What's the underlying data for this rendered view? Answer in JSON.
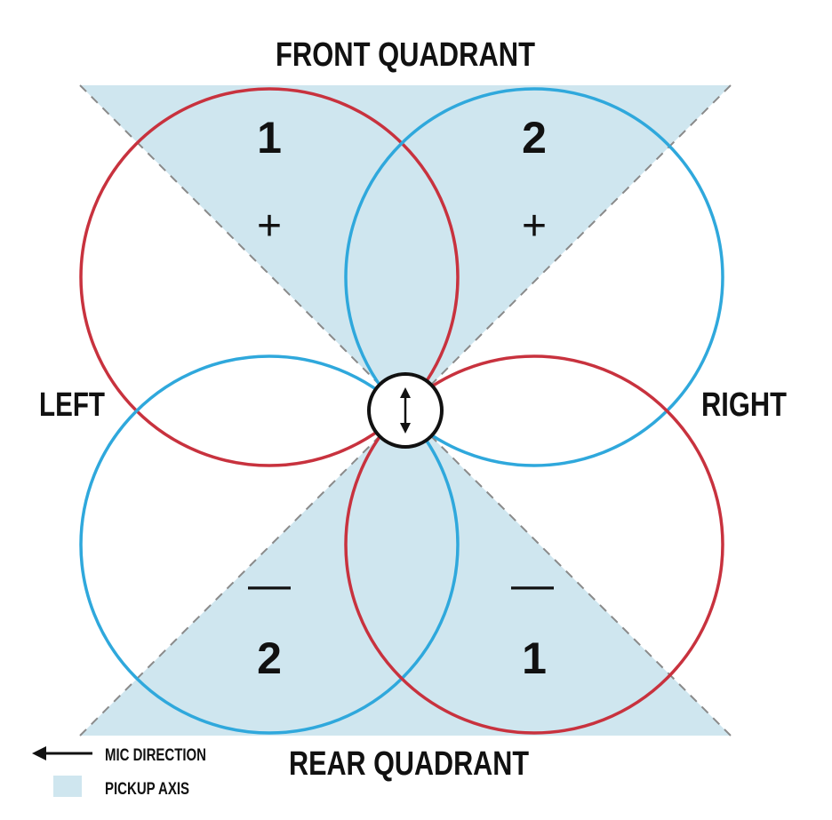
{
  "labels": {
    "front": "FRONT QUADRANT",
    "rear": "REAR QUADRANT",
    "left": "LEFT",
    "right": "RIGHT"
  },
  "lobes": {
    "front_left": {
      "number": "1",
      "sign": "+"
    },
    "front_right": {
      "number": "2",
      "sign": "+"
    },
    "rear_left": {
      "number": "2",
      "sign": "—"
    },
    "rear_right": {
      "number": "1",
      "sign": "—"
    }
  },
  "legend": {
    "mic_direction": "MIC DIRECTION",
    "pickup_axis": "PICKUP AXIS"
  },
  "colors": {
    "pickup_fill": "#cfe6ef",
    "red_lobe": "#c8323e",
    "blue_lobe": "#2fa8dc",
    "dashed_axis": "#8a8a8a",
    "text": "#111111"
  },
  "icons": {
    "center": "double-arrow-vertical-icon",
    "mic_direction": "left-arrow-icon"
  }
}
